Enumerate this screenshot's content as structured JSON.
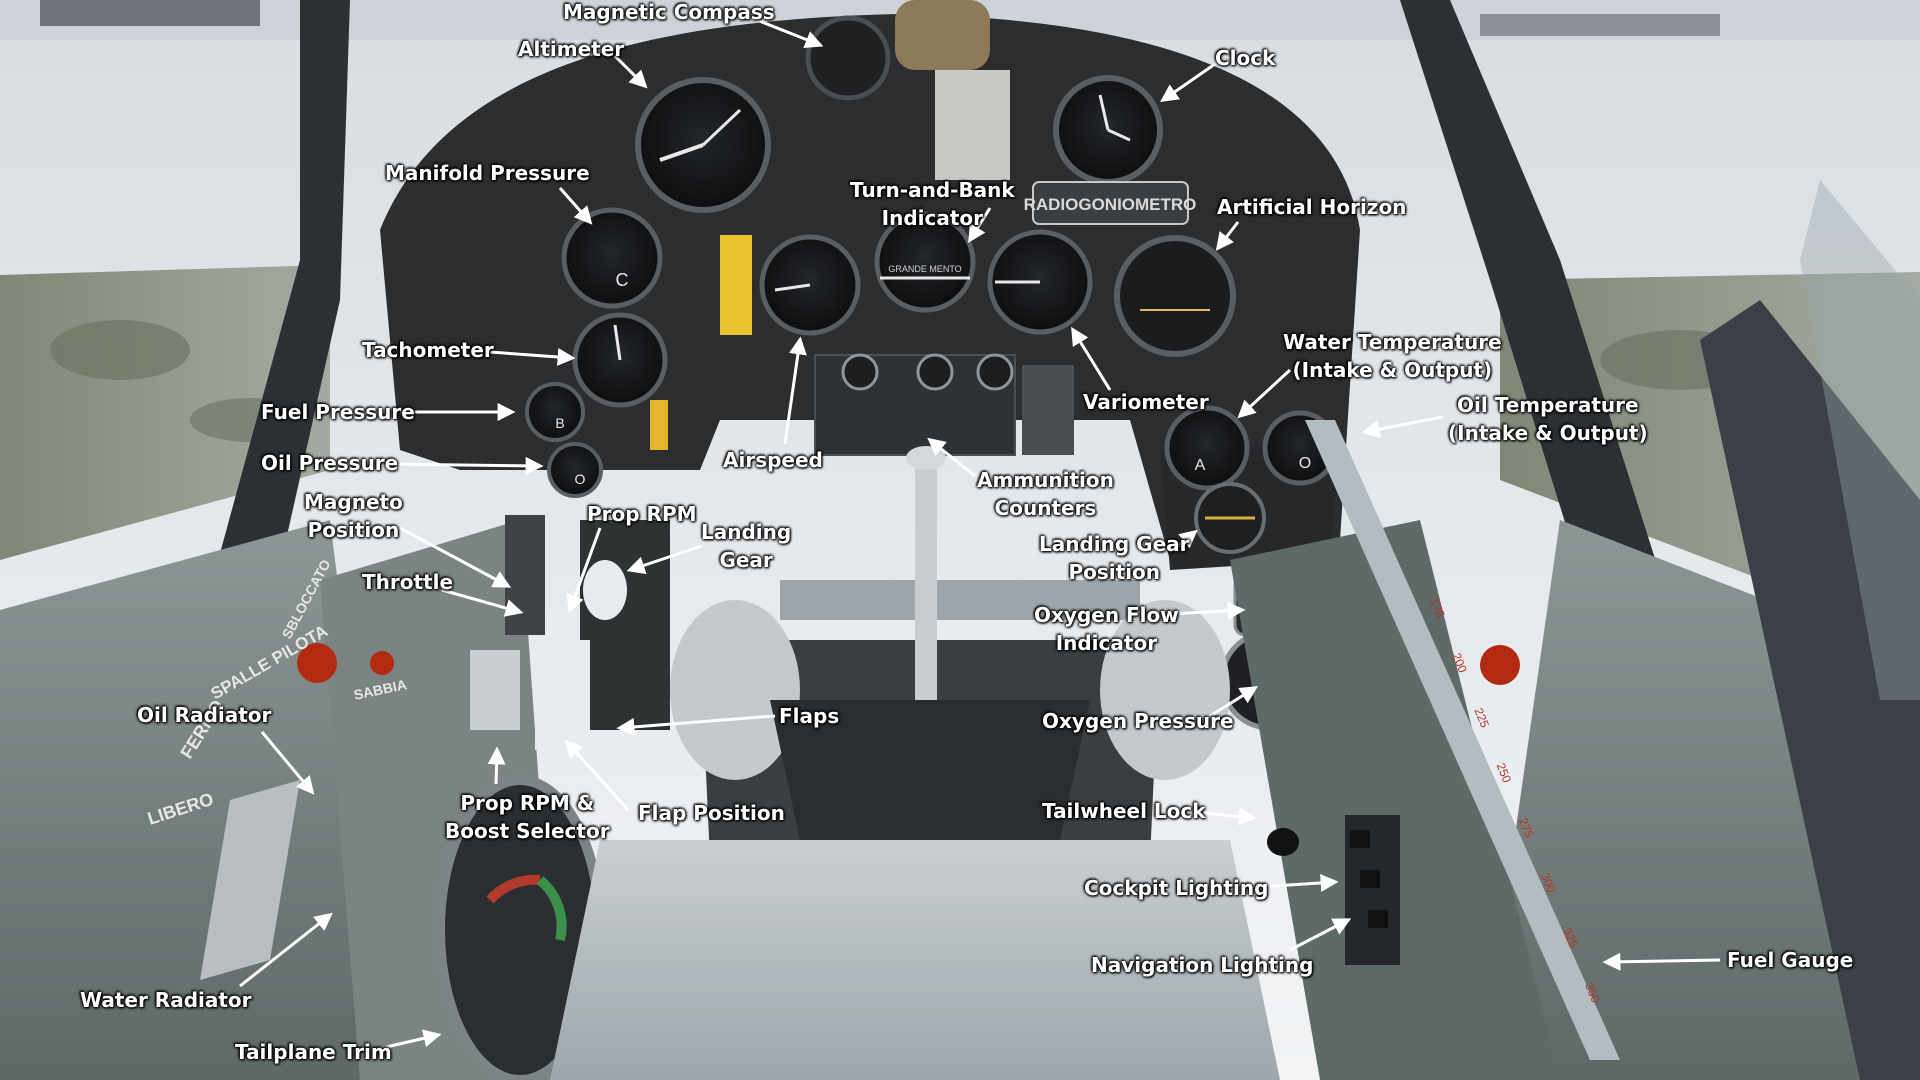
{
  "labels": {
    "magnetic_compass": "Magnetic Compass",
    "altimeter": "Altimeter",
    "clock": "Clock",
    "manifold_pressure": "Manifold Pressure",
    "turn_bank_l1": "Turn-and-Bank",
    "turn_bank_l2": "Indicator",
    "artificial_horizon": "Artificial Horizon",
    "tachometer": "Tachometer",
    "water_temp_l1": "Water Temperature",
    "water_temp_l2": "(Intake & Output)",
    "fuel_pressure": "Fuel Pressure",
    "oil_temp_l1": "Oil Temperature",
    "oil_temp_l2": "(Intake & Output)",
    "variometer": "Variometer",
    "oil_pressure": "Oil Pressure",
    "airspeed": "Airspeed",
    "ammo_l1": "Ammunition",
    "ammo_l2": "Counters",
    "magneto_l1": "Magneto",
    "magneto_l2": "Position",
    "prop_rpm": "Prop RPM",
    "landing_gear_l1": "Landing",
    "landing_gear_l2": "Gear",
    "gear_pos_l1": "Landing Gear",
    "gear_pos_l2": "Position",
    "throttle": "Throttle",
    "oxygen_flow_l1": "Oxygen Flow",
    "oxygen_flow_l2": "Indicator",
    "oil_radiator": "Oil Radiator",
    "flaps": "Flaps",
    "oxygen_pressure": "Oxygen Pressure",
    "prop_boost_l1": "Prop RPM &",
    "prop_boost_l2": "Boost Selector",
    "flap_position": "Flap Position",
    "tailwheel_lock": "Tailwheel Lock",
    "cockpit_lighting": "Cockpit Lighting",
    "fuel_gauge": "Fuel Gauge",
    "navigation_lighting": "Navigation Lighting",
    "water_radiator": "Water Radiator",
    "tailplane_trim": "Tailplane Trim"
  },
  "panel_text": {
    "radio_placard": "RADIOGONIOMETRO",
    "turn_bank_face": "GRANDE MENTO",
    "gear_A": "A",
    "gear_O": "O",
    "gear_B": "B",
    "gear_C": "C",
    "fuel_scale": [
      "175",
      "200",
      "225",
      "250",
      "275",
      "300",
      "325",
      "350"
    ],
    "placard_libero": "LIBERO",
    "placard_fermo": "FERMO",
    "placard_spalle": "SPALLE PILOTA",
    "placard_sbloccato": "SBLOCCATO",
    "placard_sabbia": "SABBIA"
  },
  "colors": {
    "label_text": "#ffffff",
    "arrow": "#ffffff",
    "panel": "#2b2d2f",
    "frame": "#3a3f44",
    "snow": "#e4e8ec",
    "knob_red": "#b32a12",
    "lever_yellow": "#e4b52a"
  }
}
